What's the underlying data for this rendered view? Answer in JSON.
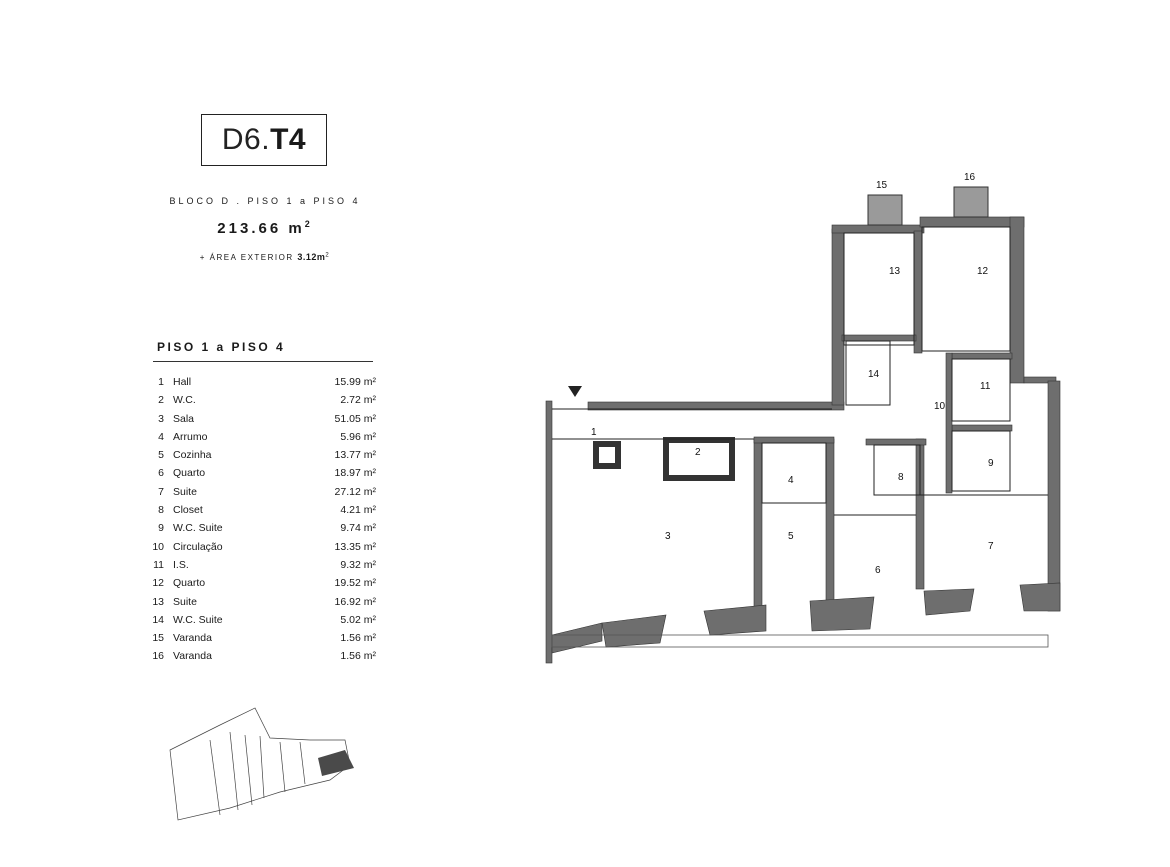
{
  "header": {
    "unit_prefix": "D6.",
    "unit_type": "T4",
    "block_floor": "BLOCO D . PISO 1 a PISO 4",
    "area_value": "213.66 m",
    "area_sup": "2",
    "exterior_prefix": "+ ÁREA EXTERIOR",
    "exterior_value": "3.12m",
    "exterior_sup": "2"
  },
  "schedule": {
    "title": "PISO 1 a PISO 4",
    "unit": "m²",
    "rooms": [
      {
        "num": "1",
        "name": "Hall",
        "area": "15.99"
      },
      {
        "num": "2",
        "name": "W.C.",
        "area": "2.72"
      },
      {
        "num": "3",
        "name": "Sala",
        "area": "51.05"
      },
      {
        "num": "4",
        "name": "Arrumo",
        "area": "5.96"
      },
      {
        "num": "5",
        "name": "Cozinha",
        "area": "13.77"
      },
      {
        "num": "6",
        "name": "Quarto",
        "area": "18.97"
      },
      {
        "num": "7",
        "name": "Suite",
        "area": "27.12"
      },
      {
        "num": "8",
        "name": "Closet",
        "area": "4.21"
      },
      {
        "num": "9",
        "name": "W.C. Suite",
        "area": "9.74"
      },
      {
        "num": "10",
        "name": "Circulação",
        "area": "13.35"
      },
      {
        "num": "11",
        "name": "I.S.",
        "area": "9.32"
      },
      {
        "num": "12",
        "name": "Quarto",
        "area": "19.52"
      },
      {
        "num": "13",
        "name": "Suite",
        "area": "16.92"
      },
      {
        "num": "14",
        "name": "W.C. Suite",
        "area": "5.02"
      },
      {
        "num": "15",
        "name": "Varanda",
        "area": "1.56"
      },
      {
        "num": "16",
        "name": "Varanda",
        "area": "1.56"
      }
    ]
  },
  "plan_labels": [
    "1",
    "2",
    "3",
    "4",
    "5",
    "6",
    "7",
    "8",
    "9",
    "10",
    "11",
    "12",
    "13",
    "14",
    "15",
    "16"
  ],
  "colors": {
    "wall": "#6e6e6e",
    "line": "#222222",
    "site_highlight": "#4a4a4a"
  }
}
